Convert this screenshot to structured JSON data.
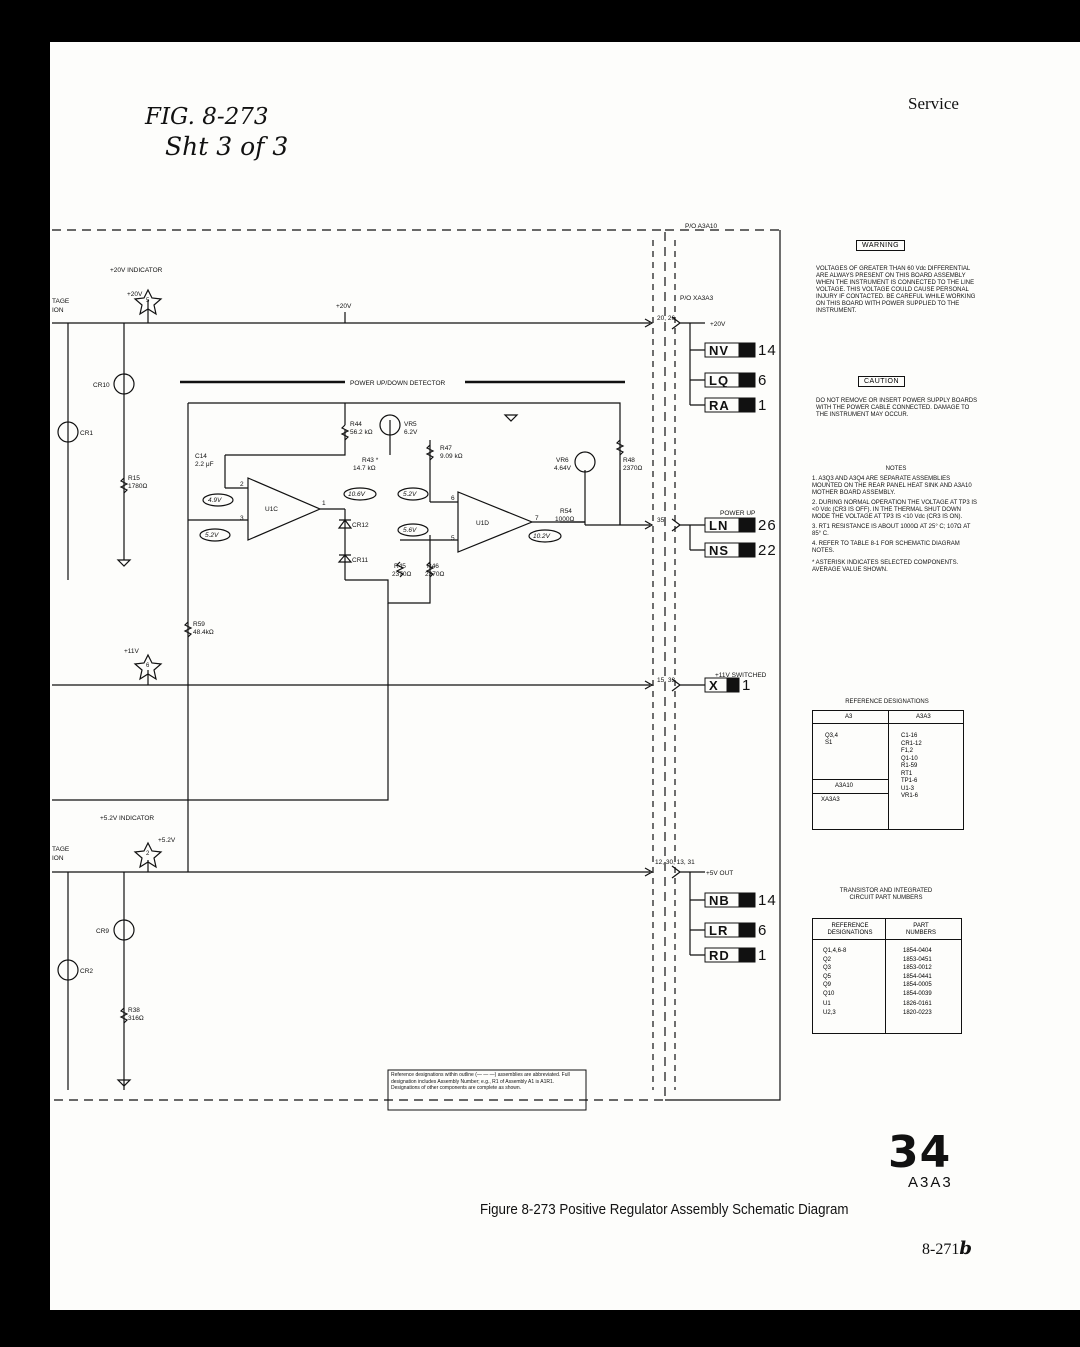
{
  "header": {
    "hand_title_line1": "FIG. 8-273",
    "hand_title_line2": "Sht 3 of 3",
    "section": "Service"
  },
  "schematic": {
    "board_label": "P/O A3A10",
    "connector_label": "P/O XA3A3",
    "plus20_indicator": "+20V INDICATOR",
    "plus20": "+20V",
    "plus20_out": "+20V",
    "power_detector": "POWER UP/DOWN DETECTOR",
    "tp5": "5",
    "tp6": "6",
    "tp2": "2",
    "plus11": "+11V",
    "plus11_switched": "+11V SWITCHED",
    "plus52_indicator": "+5.2V INDICATOR",
    "plus52": "+5.2V",
    "plus5_out": "+5V OUT",
    "power_up": "POWER UP",
    "tage1": "TAGE",
    "ion1": "ION",
    "tage2": "TAGE",
    "ion2": "ION",
    "components": {
      "cr10": "CR10",
      "cr1": "CR1",
      "r15": "R15",
      "r15v": "1780Ω",
      "c14": "C14",
      "c14v": "2.2 μF",
      "r44": "R44",
      "r44v": "56.2 kΩ",
      "vr5": "VR5",
      "vr5v": "6.2V",
      "r43": "R43 *",
      "r43v": "14.7 kΩ",
      "r47": "R47",
      "r47v": "9.09 kΩ",
      "vr6": "VR6",
      "vr6v": "4.64V",
      "r48": "R48",
      "r48v": "2370Ω",
      "r54": "R54",
      "r54v": "1000Ω",
      "u1c": "U1C",
      "u1d": "U1D",
      "cr12": "CR12",
      "cr11": "CR11",
      "r45": "R45",
      "r45v": "2370Ω",
      "r46": "R46",
      "r46v": "2370Ω",
      "r59": "R59",
      "r59v": "48.4kΩ",
      "cr9": "CR9",
      "cr2": "CR2",
      "r38": "R38",
      "r38v": "316Ω"
    },
    "voltages": {
      "v49": "4.9V",
      "v106": "10.6V",
      "v52a": "5.2V",
      "v52b": "5.2V",
      "v56": "5.6V",
      "v102": "10.2V"
    },
    "pins": {
      "p2": "2",
      "p3": "3",
      "p1": "1",
      "p6": "6",
      "p5": "5",
      "p7": "7",
      "p_20_26": "20, 26",
      "p35": "35",
      "p15_33": "15, 33",
      "p12": "12, 30, 13, 31"
    },
    "cables": [
      {
        "code": "NV",
        "num": "14"
      },
      {
        "code": "LQ",
        "num": "6"
      },
      {
        "code": "RA",
        "num": "1"
      },
      {
        "code": "LN",
        "num": "26"
      },
      {
        "code": "NS",
        "num": "22"
      },
      {
        "code": "X",
        "num": "1"
      },
      {
        "code": "NB",
        "num": "14"
      },
      {
        "code": "LR",
        "num": "6"
      },
      {
        "code": "RD",
        "num": "1"
      }
    ],
    "outline_note": "Reference designations within outline (— — —) assemblies are abbreviated. Full designation includes Assembly Number; e.g., R1 of Assembly A1 is A1R1. Designations of other components are complete as shown."
  },
  "warning": {
    "label": "WARNING",
    "text": "VOLTAGES OF GREATER THAN 60 Vdc DIFFERENTIAL ARE ALWAYS PRESENT ON THIS BOARD ASSEMBLY WHEN THE INSTRUMENT IS CONNECTED TO THE LINE VOLTAGE. THIS VOLTAGE COULD CAUSE PERSONAL INJURY IF CONTACTED. BE CAREFUL WHILE WORKING ON THIS BOARD WITH POWER SUPPLIED TO THE INSTRUMENT."
  },
  "caution": {
    "label": "CAUTION",
    "text": "DO NOT REMOVE OR INSERT POWER SUPPLY BOARDS WITH THE POWER CABLE CONNECTED. DAMAGE TO THE INSTRUMENT MAY OCCUR."
  },
  "notes": {
    "title": "NOTES",
    "items": [
      "1. A3Q3 AND A3Q4 ARE SEPARATE ASSEMBLIES MOUNTED ON THE REAR PANEL HEAT SINK AND A3A10 MOTHER BOARD ASSEMBLY.",
      "2. DURING NORMAL OPERATION THE VOLTAGE AT TP3 IS <0 Vdc (CR3 IS OFF). IN THE THERMAL SHUT DOWN MODE THE VOLTAGE AT TP3 IS <10 Vdc (CR3 IS ON).",
      "3. RT1 RESISTANCE IS ABOUT 1000Ω AT 25° C; 107Ω AT 85° C.",
      "4. REFER TO TABLE 8-1 FOR SCHEMATIC DIAGRAM NOTES.",
      "* ASTERISK INDICATES SELECTED COMPONENTS. AVERAGE VALUE SHOWN."
    ]
  },
  "ref_designations": {
    "title": "REFERENCE DESIGNATIONS",
    "headers": [
      "A3",
      "A3A3"
    ],
    "left": [
      "Q3,4",
      "S1",
      "A3A10",
      "XA3A3"
    ],
    "right": [
      "C1-16",
      "CR1-12",
      "F1,2",
      "Q1-10",
      "R1-59",
      "RT1",
      "TP1-6",
      "U1-3",
      "VR1-6"
    ]
  },
  "part_numbers": {
    "title": "TRANSISTOR AND INTEGRATED CIRCUIT PART NUMBERS",
    "headers": [
      "REFERENCE DESIGNATIONS",
      "PART NUMBERS"
    ],
    "rows": [
      [
        "Q1,4,6-8",
        "1854-0404"
      ],
      [
        "Q2",
        "1853-0451"
      ],
      [
        "Q3",
        "1853-0012"
      ],
      [
        "Q5",
        "1854-0441"
      ],
      [
        "Q9",
        "1854-0005"
      ],
      [
        "Q10",
        "1854-0039"
      ],
      [
        "U1",
        "1826-0161"
      ],
      [
        "U2,3",
        "1820-0223"
      ]
    ]
  },
  "footer": {
    "number": "34",
    "code": "A3A3",
    "caption": "Figure 8-273   Positive Regulator Assembly Schematic Diagram",
    "page": "8-271",
    "page_hand": "b"
  }
}
